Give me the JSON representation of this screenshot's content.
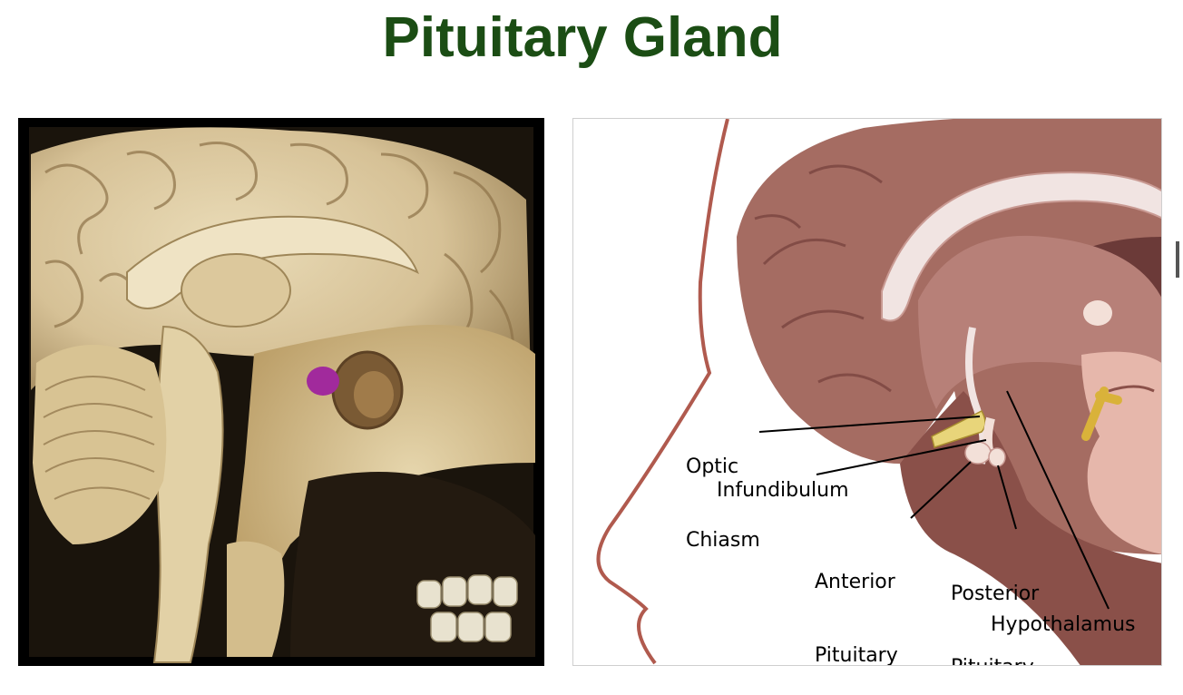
{
  "slide": {
    "title": "Pituitary Gland",
    "title_color": "#1b4d14"
  },
  "photo": {
    "description_icon": "brain-sagittal-specimen-image",
    "highlight_color": "#a12a9c"
  },
  "diagram": {
    "labels": {
      "optic_chiasm_line1": "Optic",
      "optic_chiasm_line2": "Chiasm",
      "infundibulum": "Infundibulum",
      "anterior_pituitary_line1": "Anterior",
      "anterior_pituitary_line2": "Pituitary",
      "posterior_pituitary_line1": "Posterior",
      "posterior_pituitary_line2": "Pituitary",
      "hypothalamus": "Hypothalamus"
    },
    "colors": {
      "brain": "#a56c62",
      "brain_dark": "#7a4540",
      "white_matter": "#f1e4e2",
      "ventricle": "#6b3a38",
      "chiasm": "#e8d57a",
      "pituitary": "#f3e0d8",
      "outline": "#b05a4e"
    }
  }
}
